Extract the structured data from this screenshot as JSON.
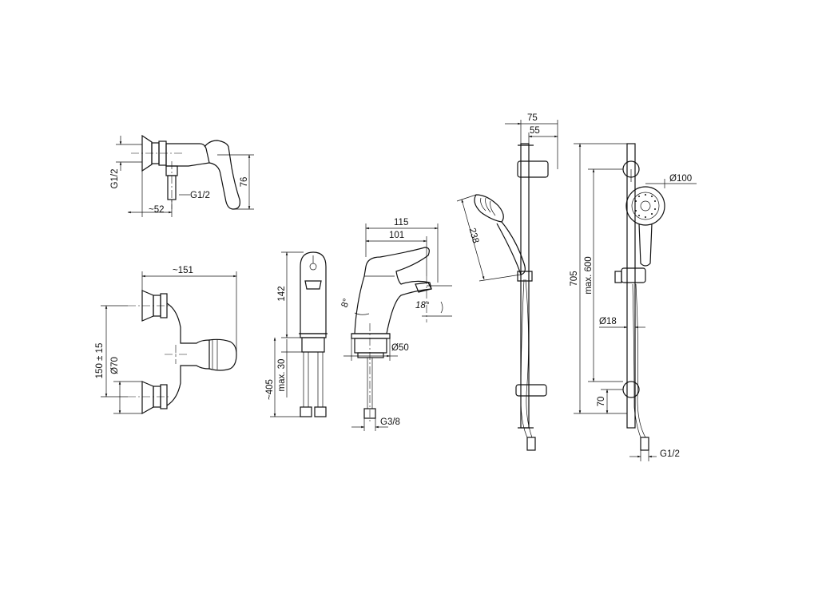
{
  "dimensions": {
    "wall_valve": {
      "g_left": "G1/2",
      "g_bottom": "G1/2",
      "depth": "~52",
      "height": "76"
    },
    "mixer": {
      "width": "~151",
      "spacing": "150 ± 15",
      "diameter": "Ø70"
    },
    "basin_front": {
      "height": "142",
      "length": "~405",
      "max": "max. 30"
    },
    "basin_side": {
      "w115": "115",
      "w101": "101",
      "angle1": "8°",
      "angle2": "18°",
      "diameter": "Ø50",
      "thread": "G3/8"
    },
    "shower_side": {
      "w75": "75",
      "w55": "55",
      "handshower": "238"
    },
    "shower_front": {
      "head": "Ø100",
      "total": "705",
      "max": "max. 600",
      "rail": "Ø18",
      "bottom": "70",
      "thread": "G1/2"
    }
  }
}
